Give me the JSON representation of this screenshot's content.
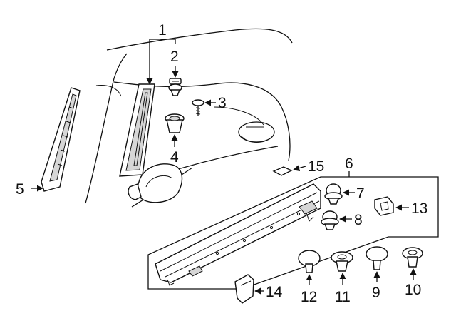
{
  "callouts": {
    "c1": "1",
    "c2": "2",
    "c3": "3",
    "c4": "4",
    "c5": "5",
    "c6": "6",
    "c7": "7",
    "c8": "8",
    "c9": "9",
    "c10": "10",
    "c11": "11",
    "c12": "12",
    "c13": "13",
    "c14": "14",
    "c15": "15"
  },
  "colors": {
    "line": "#111111",
    "fill": "#ffffff",
    "shade": "#d6d6d6"
  }
}
